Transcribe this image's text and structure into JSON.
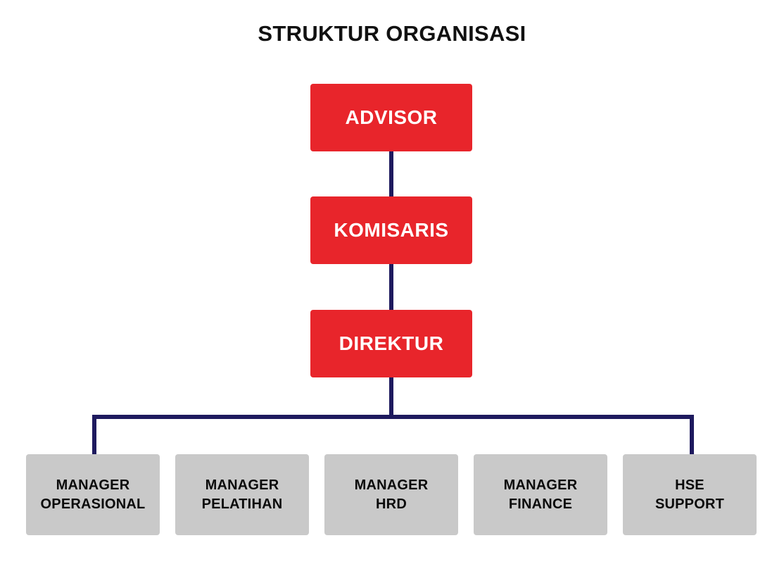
{
  "title": "STRUKTUR ORGANISASI",
  "colors": {
    "executive_box": "#E8252B",
    "executive_text": "#FFFFFF",
    "manager_box": "#C9C9C9",
    "manager_text": "#0A0A0A",
    "connector_line": "#1E1A5E",
    "background": "#FFFFFF",
    "title_text": "#111111"
  },
  "chart_data": {
    "type": "diagram",
    "diagram_type": "organizational-chart",
    "title": "STRUKTUR ORGANISASI",
    "levels": [
      {
        "level": 1,
        "style": "executive",
        "nodes": [
          {
            "id": "advisor",
            "label": "ADVISOR"
          }
        ]
      },
      {
        "level": 2,
        "style": "executive",
        "nodes": [
          {
            "id": "komisaris",
            "label": "KOMISARIS"
          }
        ]
      },
      {
        "level": 3,
        "style": "executive",
        "nodes": [
          {
            "id": "direktur",
            "label": "DIREKTUR"
          }
        ]
      },
      {
        "level": 4,
        "style": "manager",
        "nodes": [
          {
            "id": "manager-operasional",
            "label": "MANAGER\nOPERASIONAL"
          },
          {
            "id": "manager-pelatihan",
            "label": "MANAGER\nPELATIHAN"
          },
          {
            "id": "manager-hrd",
            "label": "MANAGER\nHRD"
          },
          {
            "id": "manager-finance",
            "label": "MANAGER\nFINANCE"
          },
          {
            "id": "hse-support",
            "label": "HSE\nSUPPORT"
          }
        ]
      }
    ],
    "edges": [
      {
        "from": "advisor",
        "to": "komisaris"
      },
      {
        "from": "komisaris",
        "to": "direktur"
      },
      {
        "from": "direktur",
        "to": "manager-operasional"
      },
      {
        "from": "direktur",
        "to": "manager-pelatihan"
      },
      {
        "from": "direktur",
        "to": "manager-hrd"
      },
      {
        "from": "direktur",
        "to": "manager-finance"
      },
      {
        "from": "direktur",
        "to": "hse-support"
      }
    ]
  },
  "executives": {
    "advisor": {
      "label": "ADVISOR"
    },
    "komisaris": {
      "label": "KOMISARIS"
    },
    "direktur": {
      "label": "DIREKTUR"
    }
  },
  "managers": [
    {
      "label": "MANAGER\nOPERASIONAL"
    },
    {
      "label": "MANAGER\nPELATIHAN"
    },
    {
      "label": "MANAGER\nHRD"
    },
    {
      "label": "MANAGER\nFINANCE"
    },
    {
      "label": "HSE\nSUPPORT"
    }
  ]
}
